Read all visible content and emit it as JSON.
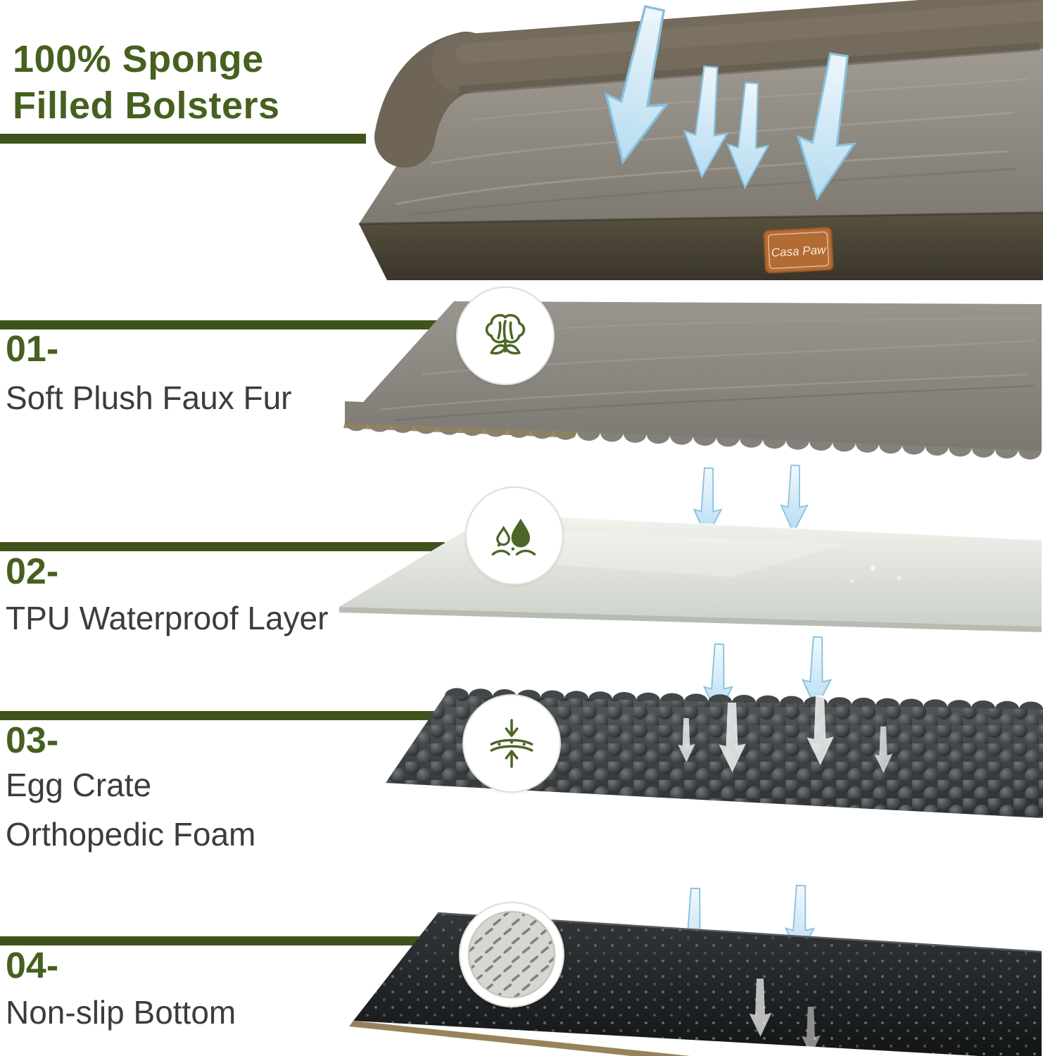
{
  "headline": {
    "line1": "100% Sponge",
    "line2": "Filled Bolsters"
  },
  "product": {
    "brand_tag": "Casa Paw"
  },
  "sections": [
    {
      "number": "01-",
      "label_lines": [
        "Soft Plush Faux Fur"
      ],
      "icon": "cotton-icon"
    },
    {
      "number": "02-",
      "label_lines": [
        "TPU Waterproof Layer"
      ],
      "icon": "water-drops-icon"
    },
    {
      "number": "03-",
      "label_lines": [
        "Egg Crate",
        "Orthopedic Foam"
      ],
      "icon": "compression-arrows-icon"
    },
    {
      "number": "04-",
      "label_lines": [
        "Non-slip Bottom"
      ],
      "icon": "diamond-texture-icon"
    }
  ],
  "colors": {
    "text_green": "#46601f",
    "bar_green": "#3e541c",
    "label_dark": "#3c3c3c",
    "arrow_blue": "#b5dcf1",
    "fur_gray": "#8d8a84",
    "foam_dark": "#3a3e40",
    "bottom_black": "#1d2022",
    "tag_orange": "#b26b33"
  }
}
